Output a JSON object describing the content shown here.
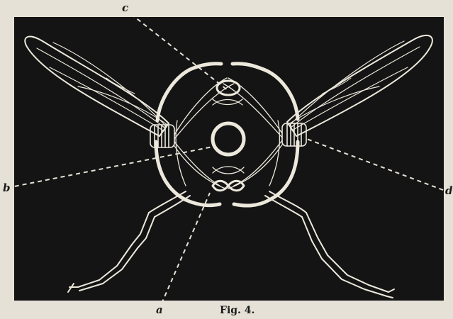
{
  "labels": {
    "a": "a",
    "b": "b",
    "c": "c",
    "d": "d"
  },
  "caption": "Fig. 4.",
  "colors": {
    "paper": "#e6e1d6",
    "plate": "#141414",
    "line": "#ece8dc",
    "ink": "#1a1a1a"
  }
}
